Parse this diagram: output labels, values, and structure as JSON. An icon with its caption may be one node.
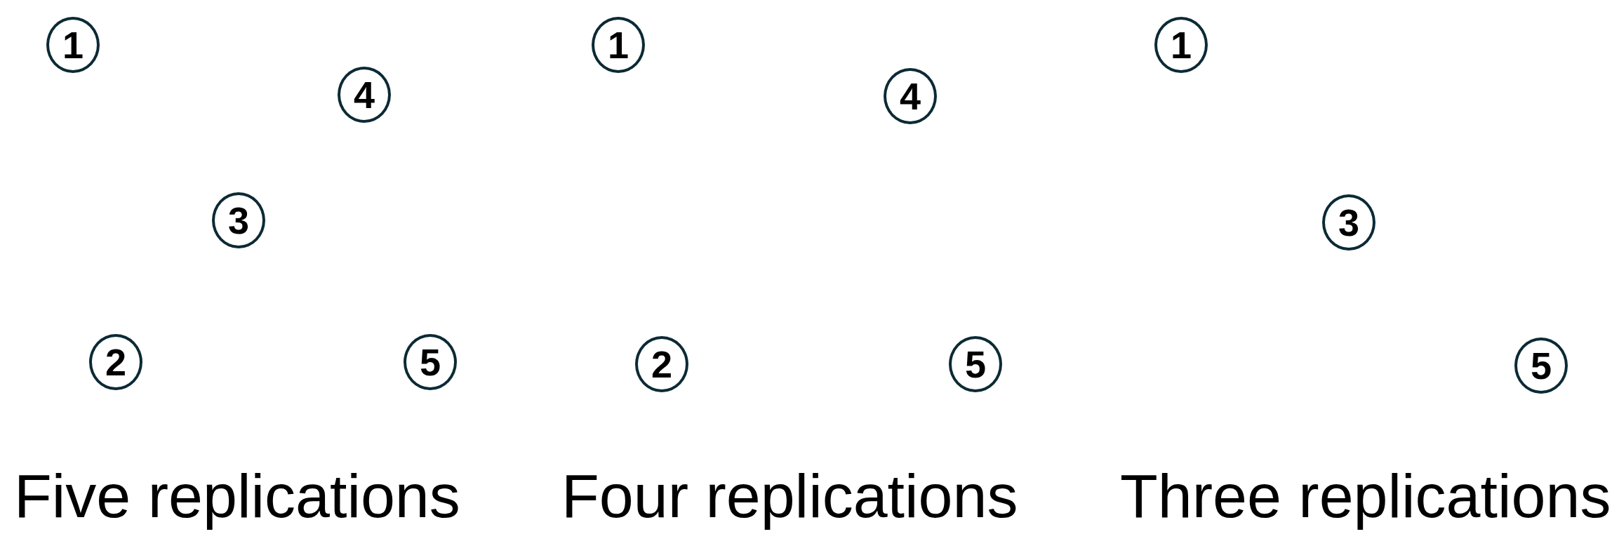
{
  "diagram": {
    "nodes": [
      {
        "text": [
          "1"
        ]
      },
      {
        "text": [
          "4"
        ]
      },
      {
        "text": [
          "3"
        ]
      },
      {
        "text": [
          "2"
        ]
      },
      {
        "text": [
          "5"
        ]
      },
      {
        "text": [
          "1"
        ]
      },
      {
        "text": [
          "4"
        ]
      },
      {
        "text": [
          "2"
        ]
      },
      {
        "text": [
          "5"
        ]
      },
      {
        "text": [
          "1"
        ]
      },
      {
        "text": [
          "3"
        ]
      },
      {
        "text": [
          "5"
        ]
      }
    ],
    "labels": [
      "Five replications",
      "Four replications",
      "Three replications"
    ]
  }
}
